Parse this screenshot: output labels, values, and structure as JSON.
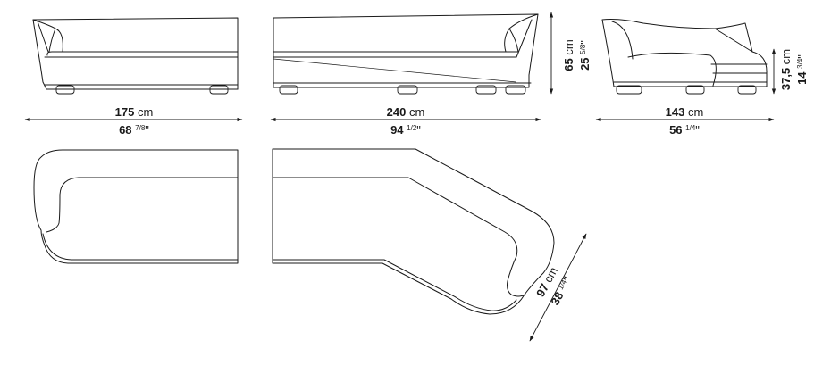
{
  "dimensions": {
    "front_width": {
      "cm_value": "175",
      "cm_unit": "cm",
      "in_whole": "68",
      "in_frac": "7/8",
      "in_mark": "\""
    },
    "back_width": {
      "cm_value": "240",
      "cm_unit": "cm",
      "in_whole": "94",
      "in_frac": "1/2",
      "in_mark": "\""
    },
    "height": {
      "cm_value": "65",
      "cm_unit": "cm",
      "in_whole": "25",
      "in_frac": "5/8",
      "in_mark": "\""
    },
    "side_depth": {
      "cm_value": "143",
      "cm_unit": "cm",
      "in_whole": "56",
      "in_frac": "1/4",
      "in_mark": "\""
    },
    "seat_height": {
      "cm_value": "37,5",
      "cm_unit": "cm",
      "in_whole": "14",
      "in_frac": "3/4",
      "in_mark": "\""
    },
    "seat_depth": {
      "cm_value": "97",
      "cm_unit": "cm",
      "in_whole": "38",
      "in_frac": "1/4",
      "in_mark": "\""
    }
  }
}
